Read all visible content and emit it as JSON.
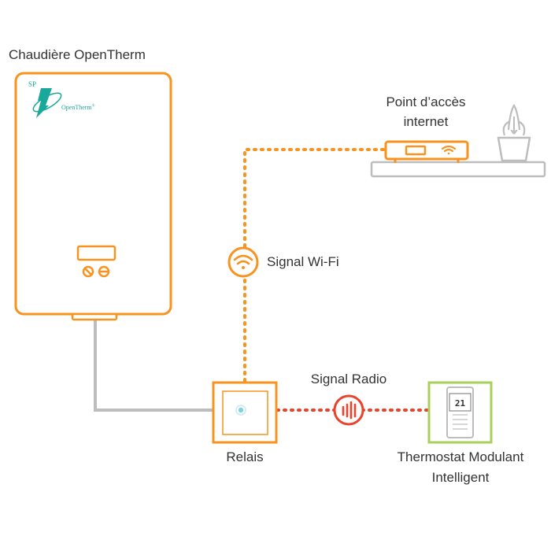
{
  "boiler": {
    "title": "Chaudière OpenTherm",
    "logo_letters": "SP",
    "logo_text": "OpenTherm",
    "logo_mark": "®"
  },
  "access_point": {
    "label_line1": "Point d’accès",
    "label_line2": "internet"
  },
  "wifi": {
    "label": "Signal Wi-Fi"
  },
  "radio": {
    "label": "Signal Radio"
  },
  "relay": {
    "label": "Relais"
  },
  "thermostat": {
    "label_line1": "Thermostat Modulant",
    "label_line2": "Intelligent",
    "display": "21"
  },
  "colors": {
    "orange": "#f7931e",
    "radio_red": "#e8432c",
    "green": "#a8d05a",
    "gray": "#bdbdbd",
    "logo_teal": "#1aa89a",
    "text": "#333333"
  }
}
